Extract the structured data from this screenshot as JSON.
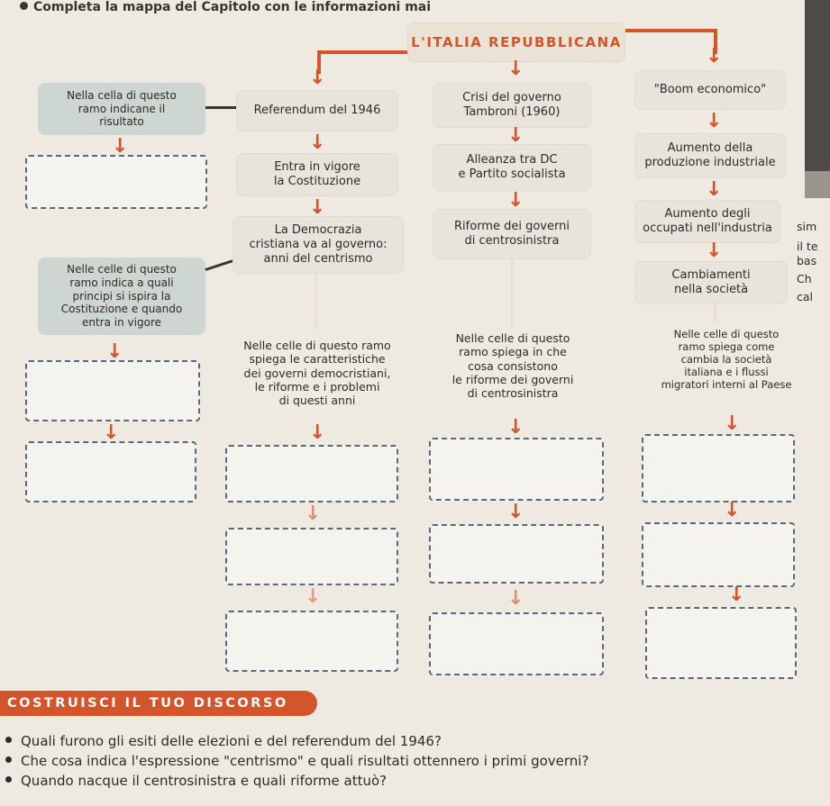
{
  "header": {
    "instruction": "Completa la mappa del Capitolo con le informazioni mai"
  },
  "title": "L'ITALIA REPUBBLICANA",
  "col1": {
    "box1": "Nella cella di questo\nramo indicane il\nrisultato",
    "box2": "Nelle celle di questo\nramo indica a quali\nprincipi si ispira la\nCostituzione e quando\nentra in vigore"
  },
  "col2": {
    "box1": "Referendum del 1946",
    "box2": "Entra in vigore\nla Costituzione",
    "box3": "La Democrazia\ncristiana va al governo:\nanni del centrismo",
    "box4": "Nelle celle di questo ramo\nspiega le caratteristiche\ndei governi democristiani,\nle riforme e i problemi\ndi questi anni"
  },
  "col3": {
    "box1": "Crisi del governo\nTambroni (1960)",
    "box2": "Alleanza tra DC\ne Partito socialista",
    "box3": "Riforme dei governi\ndi centrosinistra",
    "box4": "Nelle celle di questo\nramo spiega in che\ncosa consistono\nle riforme dei governi\ndi centrosinistra"
  },
  "col4": {
    "box1": "\"Boom economico\"",
    "box2": "Aumento della\nproduzione industriale",
    "box3": "Aumento degli\noccupati nell'industria",
    "box4": "Cambiamenti\nnella società",
    "box5": "Nelle celle di questo\nramo spiega come\ncambia la società\nitaliana e i flussi\nmigratori interni al Paese"
  },
  "side_text": [
    "sim",
    "il te",
    "bas",
    "Ch",
    "cal"
  ],
  "section": {
    "title": "COSTRUISCI IL TUO DISCORSO",
    "questions": [
      "Quali furono gli esiti delle elezioni e del referendum del 1946?",
      "Che cosa indica l'espressione \"centrismo\" e quali risultati ottennero i primi governi?",
      "Quando nacque il centrosinistra e quali riforme attuò?"
    ]
  },
  "colors": {
    "accent": "#d3552c",
    "dashed": "#4b5a72",
    "gray_box": "#cdd6d0"
  }
}
